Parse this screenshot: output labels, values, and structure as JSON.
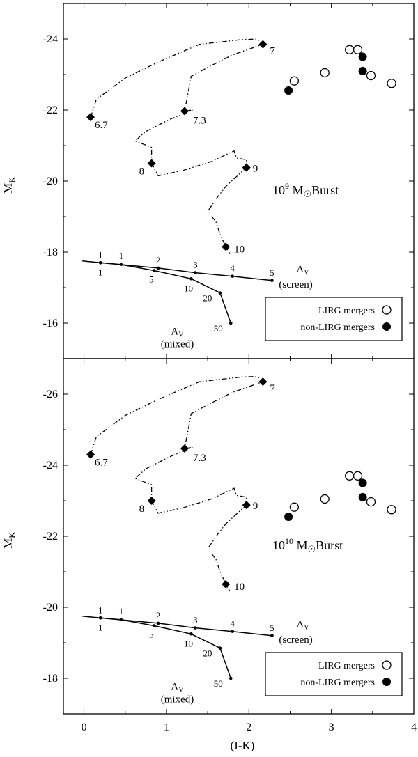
{
  "chart_data": [
    {
      "type": "scatter",
      "panel": "top",
      "annotation": {
        "mantissa": "10",
        "exponent": "9",
        "unit": "M",
        "sun": "☉",
        "suffix": "Burst"
      },
      "xlabel": "(I-K)",
      "ylabel": {
        "main": "M",
        "sub": "K"
      },
      "xlim": [
        -0.25,
        4.0
      ],
      "ylim": [
        -15.0,
        -25.0
      ],
      "ylim_note": "y axis inverted (brighter magnitudes at top)",
      "y_ticks": [
        "-24",
        "-22",
        "-20",
        "-18",
        "-16"
      ],
      "track": {
        "points": [
          {
            "x": 0.08,
            "y": -21.8,
            "label": "6.7"
          },
          {
            "x": 2.17,
            "y": -23.85,
            "label": "7"
          },
          {
            "x": 1.22,
            "y": -21.97,
            "label": "7.3"
          },
          {
            "x": 0.82,
            "y": -20.5,
            "label": "8"
          },
          {
            "x": 1.97,
            "y": -20.38,
            "label": "9"
          },
          {
            "x": 1.72,
            "y": -18.15,
            "label": "10"
          }
        ],
        "curve": [
          [
            0.08,
            -21.8
          ],
          [
            0.15,
            -22.3
          ],
          [
            0.5,
            -22.9
          ],
          [
            0.9,
            -23.35
          ],
          [
            1.4,
            -23.85
          ],
          [
            1.9,
            -23.98
          ],
          [
            2.1,
            -24.0
          ],
          [
            2.17,
            -23.85
          ],
          [
            1.8,
            -23.55
          ],
          [
            1.5,
            -23.2
          ],
          [
            1.3,
            -22.95
          ],
          [
            1.26,
            -22.45
          ],
          [
            1.22,
            -21.97
          ],
          [
            1.32,
            -22.0
          ],
          [
            1.05,
            -21.75
          ],
          [
            0.75,
            -21.4
          ],
          [
            0.62,
            -21.13
          ],
          [
            0.82,
            -20.95
          ],
          [
            0.82,
            -20.5
          ],
          [
            0.9,
            -20.15
          ],
          [
            1.2,
            -20.3
          ],
          [
            1.55,
            -20.55
          ],
          [
            1.82,
            -20.85
          ],
          [
            1.85,
            -20.65
          ],
          [
            1.97,
            -20.6
          ],
          [
            1.97,
            -20.38
          ],
          [
            1.72,
            -19.85
          ],
          [
            1.62,
            -19.55
          ],
          [
            1.5,
            -19.15
          ],
          [
            1.6,
            -18.85
          ],
          [
            1.65,
            -18.5
          ],
          [
            1.72,
            -18.15
          ],
          [
            1.77,
            -17.95
          ]
        ]
      },
      "reddening_screen": {
        "label": "A",
        "label_sub": "V",
        "label_note": "(screen)",
        "points": [
          {
            "x": -0.02,
            "y": -17.75,
            "label": ""
          },
          {
            "x": 0.2,
            "y": -17.7,
            "label": "1"
          },
          {
            "x": 0.9,
            "y": -17.55,
            "label": "2"
          },
          {
            "x": 1.35,
            "y": -17.42,
            "label": "3"
          },
          {
            "x": 1.8,
            "y": -17.32,
            "label": "4"
          },
          {
            "x": 2.28,
            "y": -17.2,
            "label": "5"
          }
        ]
      },
      "reddening_mixed": {
        "label": "A",
        "label_sub": "V",
        "label_note": "(mixed)",
        "points": [
          {
            "x": 0.2,
            "y": -17.7,
            "label": "1"
          },
          {
            "x": 0.45,
            "y": -17.65,
            "label": "1"
          },
          {
            "x": 0.85,
            "y": -17.48,
            "label": "5"
          },
          {
            "x": 1.3,
            "y": -17.25,
            "label": "10"
          },
          {
            "x": 1.65,
            "y": -16.85,
            "label": "20"
          },
          {
            "x": 1.78,
            "y": -16.0,
            "label": "50"
          }
        ]
      },
      "lirg_mergers": [
        [
          2.55,
          -22.82
        ],
        [
          2.92,
          -23.05
        ],
        [
          3.22,
          -23.7
        ],
        [
          3.32,
          -23.7
        ],
        [
          3.48,
          -22.97
        ],
        [
          3.73,
          -22.75
        ]
      ],
      "non_lirg_mergers": [
        [
          2.48,
          -22.55
        ],
        [
          3.38,
          -23.5
        ],
        [
          3.38,
          -23.1
        ]
      ],
      "legend": {
        "placement": "bottom-right",
        "entries": [
          "LIRG mergers",
          "non-LIRG mergers"
        ]
      }
    },
    {
      "type": "scatter",
      "panel": "bottom",
      "annotation": {
        "mantissa": "10",
        "exponent": "10",
        "unit": "M",
        "sun": "☉",
        "suffix": "Burst"
      },
      "xlabel": "(I-K)",
      "ylabel": {
        "main": "M",
        "sub": "K"
      },
      "xlim": [
        -0.25,
        4.0
      ],
      "ylim": [
        -17.0,
        -27.0
      ],
      "ylim_note": "y axis inverted (brighter magnitudes at top)",
      "x_ticks": [
        "0",
        "1",
        "2",
        "3",
        "4"
      ],
      "y_ticks": [
        "-26",
        "-24",
        "-22",
        "-20",
        "-18"
      ],
      "track": {
        "points": [
          {
            "x": 0.08,
            "y": -24.3,
            "label": "6.7"
          },
          {
            "x": 2.17,
            "y": -26.35,
            "label": "7"
          },
          {
            "x": 1.22,
            "y": -24.47,
            "label": "7.3"
          },
          {
            "x": 0.82,
            "y": -23.0,
            "label": "8"
          },
          {
            "x": 1.97,
            "y": -22.88,
            "label": "9"
          },
          {
            "x": 1.72,
            "y": -20.65,
            "label": "10"
          }
        ],
        "curve": [
          [
            0.08,
            -24.3
          ],
          [
            0.15,
            -24.8
          ],
          [
            0.5,
            -25.4
          ],
          [
            0.9,
            -25.85
          ],
          [
            1.4,
            -26.35
          ],
          [
            1.9,
            -26.48
          ],
          [
            2.1,
            -26.5
          ],
          [
            2.17,
            -26.35
          ],
          [
            1.8,
            -26.05
          ],
          [
            1.5,
            -25.7
          ],
          [
            1.3,
            -25.45
          ],
          [
            1.26,
            -24.95
          ],
          [
            1.22,
            -24.47
          ],
          [
            1.32,
            -24.5
          ],
          [
            1.05,
            -24.25
          ],
          [
            0.75,
            -23.9
          ],
          [
            0.62,
            -23.63
          ],
          [
            0.82,
            -23.45
          ],
          [
            0.82,
            -23.0
          ],
          [
            0.9,
            -22.65
          ],
          [
            1.2,
            -22.8
          ],
          [
            1.55,
            -23.05
          ],
          [
            1.82,
            -23.35
          ],
          [
            1.85,
            -23.15
          ],
          [
            1.97,
            -23.1
          ],
          [
            1.97,
            -22.88
          ],
          [
            1.72,
            -22.35
          ],
          [
            1.62,
            -22.05
          ],
          [
            1.5,
            -21.65
          ],
          [
            1.6,
            -21.35
          ],
          [
            1.65,
            -21.0
          ],
          [
            1.72,
            -20.65
          ],
          [
            1.77,
            -20.45
          ]
        ]
      },
      "reddening_screen": {
        "label": "A",
        "label_sub": "V",
        "label_note": "(screen)",
        "points": [
          {
            "x": -0.02,
            "y": -19.75,
            "label": ""
          },
          {
            "x": 0.2,
            "y": -19.7,
            "label": "1"
          },
          {
            "x": 0.9,
            "y": -19.55,
            "label": "2"
          },
          {
            "x": 1.35,
            "y": -19.42,
            "label": "3"
          },
          {
            "x": 1.8,
            "y": -19.32,
            "label": "4"
          },
          {
            "x": 2.28,
            "y": -19.2,
            "label": "5"
          }
        ]
      },
      "reddening_mixed": {
        "label": "A",
        "label_sub": "V",
        "label_note": "(mixed)",
        "points": [
          {
            "x": 0.2,
            "y": -19.7,
            "label": "1"
          },
          {
            "x": 0.45,
            "y": -19.65,
            "label": "1"
          },
          {
            "x": 0.85,
            "y": -19.48,
            "label": "5"
          },
          {
            "x": 1.3,
            "y": -19.25,
            "label": "10"
          },
          {
            "x": 1.65,
            "y": -18.85,
            "label": "20"
          },
          {
            "x": 1.78,
            "y": -18.0,
            "label": "50"
          }
        ]
      },
      "lirg_mergers": [
        [
          2.55,
          -22.82
        ],
        [
          2.92,
          -23.05
        ],
        [
          3.22,
          -23.7
        ],
        [
          3.32,
          -23.7
        ],
        [
          3.48,
          -22.97
        ],
        [
          3.73,
          -22.75
        ]
      ],
      "non_lirg_mergers": [
        [
          2.48,
          -22.55
        ],
        [
          3.38,
          -23.5
        ],
        [
          3.38,
          -23.1
        ]
      ],
      "legend": {
        "placement": "bottom-right",
        "entries": [
          "LIRG mergers",
          "non-LIRG mergers"
        ]
      }
    }
  ]
}
